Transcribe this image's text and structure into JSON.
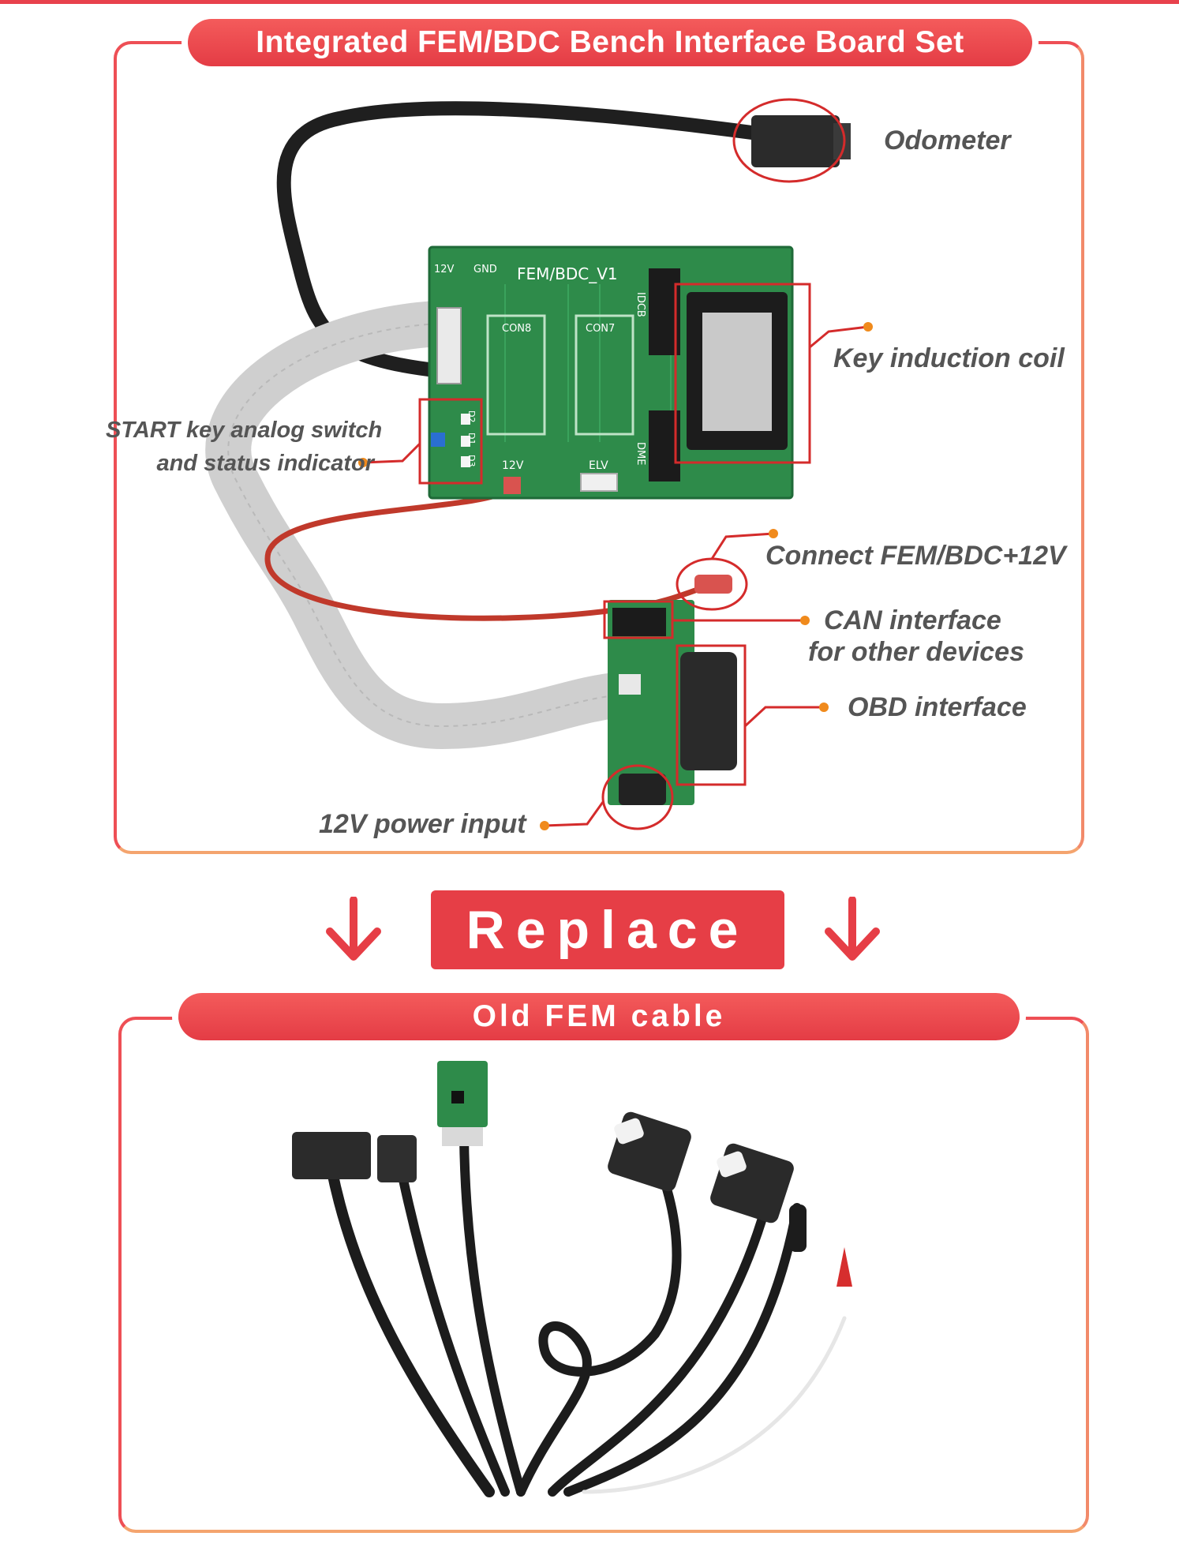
{
  "colors": {
    "accent": "#e63e46",
    "panel_border": "#ee5a5a",
    "callout_red": "#d42b2b",
    "dot_orange": "#f08a1c",
    "label_text": "#555555"
  },
  "top_section": {
    "banner": "Integrated FEM/BDC Bench Interface Board Set",
    "board": {
      "silkscreen_title": "FEM/BDC_V1",
      "pwr_12v": "12V",
      "gnd": "GND",
      "con8": "CON8",
      "con7": "CON7",
      "idcb": "IDCB",
      "dme": "DME",
      "elv": "ELV",
      "jack_12v": "12V",
      "d1": "D1",
      "d2": "D2",
      "d3": "D3"
    },
    "labels": {
      "odometer": "Odometer",
      "key_coil": "Key induction coil",
      "start_line1": "START key analog switch",
      "start_line2": "and status indicator",
      "connect_12v": "Connect FEM/BDC+12V",
      "can_line1": "CAN interface",
      "can_line2": "for other devices",
      "obd": "OBD interface",
      "power_input": "12V power input"
    }
  },
  "replace": {
    "label": "Replace",
    "arrow_icon": "down-arrow-icon"
  },
  "bottom_section": {
    "banner": "Old FEM cable"
  }
}
